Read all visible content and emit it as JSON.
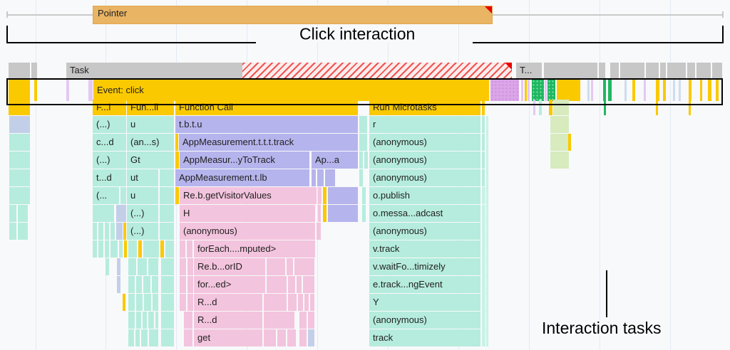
{
  "annotations": {
    "click_interaction": "Click interaction",
    "interaction_tasks": "Interaction tasks"
  },
  "timings_track": {
    "pointer": {
      "label": "Pointer",
      "has_warning_marker": true
    }
  },
  "main_track": {
    "task": {
      "label": "Task",
      "has_long_task_hatch": true,
      "has_warning_marker": true
    },
    "task_small": {
      "label": "T..."
    },
    "event": {
      "label": "Event: click"
    }
  },
  "colors": {
    "pointer_bar": "#e9b463",
    "task_gray": "#c7c7c7",
    "event_yellow": "#fbc900",
    "long_task_red": "#ef5350",
    "scripting_purple": "#b6b4ec",
    "pink": "#f3c4dd",
    "teal": "#b6ecdd",
    "green": "#1fb861",
    "violet": "#dba6e8",
    "light_green": "#d7ebbe",
    "callout_black": "#000000",
    "background": "#f8f9fb"
  },
  "flame_rows": [
    {
      "index": 0,
      "blocks": [
        {
          "label": "F...l",
          "color": "c-yellow"
        },
        {
          "label": "Fun...ll",
          "color": "c-yellow"
        },
        {
          "label": "Function Call",
          "color": "c-yellow"
        },
        {
          "label": "Run Microtasks",
          "color": "c-yellow"
        }
      ]
    },
    {
      "index": 1,
      "blocks": [
        {
          "label": "(...)",
          "color": "c-teal"
        },
        {
          "label": "u",
          "color": "c-teal"
        },
        {
          "label": "t.b.t.u",
          "color": "c-purple"
        },
        {
          "label": "r",
          "color": "c-teal"
        }
      ]
    },
    {
      "index": 2,
      "blocks": [
        {
          "label": "c...d",
          "color": "c-teal"
        },
        {
          "label": "(an...s)",
          "color": "c-teal"
        },
        {
          "label": "AppMeasurement.t.t.t.track",
          "color": "c-purple"
        },
        {
          "label": "(anonymous)",
          "color": "c-teal"
        }
      ]
    },
    {
      "index": 3,
      "blocks": [
        {
          "label": "(...)",
          "color": "c-teal"
        },
        {
          "label": "Gt",
          "color": "c-teal"
        },
        {
          "label": "AppMeasur...yToTrack",
          "color": "c-purple"
        },
        {
          "label": "Ap...a",
          "color": "c-purple"
        },
        {
          "label": "(anonymous)",
          "color": "c-teal"
        }
      ]
    },
    {
      "index": 4,
      "blocks": [
        {
          "label": "t...d",
          "color": "c-teal"
        },
        {
          "label": "ut",
          "color": "c-teal"
        },
        {
          "label": "AppMeasurement.t.lb",
          "color": "c-purple"
        },
        {
          "label": "(anonymous)",
          "color": "c-teal"
        }
      ]
    },
    {
      "index": 5,
      "blocks": [
        {
          "label": "(...",
          "color": "c-teal"
        },
        {
          "label": "u",
          "color": "c-teal"
        },
        {
          "label": "Re.b.getVisitorValues",
          "color": "c-pink"
        },
        {
          "label": "o.publish",
          "color": "c-teal"
        }
      ]
    },
    {
      "index": 6,
      "blocks": [
        {
          "label": "(...)",
          "color": "c-teal"
        },
        {
          "label": "H",
          "color": "c-pink"
        },
        {
          "label": "o.messa...adcast",
          "color": "c-teal"
        }
      ]
    },
    {
      "index": 7,
      "blocks": [
        {
          "label": "(...)",
          "color": "c-teal"
        },
        {
          "label": "(anonymous)",
          "color": "c-pink"
        },
        {
          "label": "(anonymous)",
          "color": "c-teal"
        }
      ]
    },
    {
      "index": 8,
      "blocks": [
        {
          "label": "forEach....mputed>",
          "color": "c-pink"
        },
        {
          "label": "v.track",
          "color": "c-teal"
        }
      ]
    },
    {
      "index": 9,
      "blocks": [
        {
          "label": "Re.b...orID",
          "color": "c-pink"
        },
        {
          "label": "v.waitFo...timizely",
          "color": "c-teal"
        }
      ]
    },
    {
      "index": 10,
      "blocks": [
        {
          "label": "for...ed>",
          "color": "c-pink"
        },
        {
          "label": "e.track...ngEvent",
          "color": "c-teal"
        }
      ]
    },
    {
      "index": 11,
      "blocks": [
        {
          "label": "R...d",
          "color": "c-pink"
        },
        {
          "label": "Y",
          "color": "c-teal"
        }
      ]
    },
    {
      "index": 12,
      "blocks": [
        {
          "label": "R...d",
          "color": "c-pink"
        },
        {
          "label": "(anonymous)",
          "color": "c-teal"
        }
      ]
    },
    {
      "index": 13,
      "blocks": [
        {
          "label": "get",
          "color": "c-pink"
        },
        {
          "label": "track",
          "color": "c-teal"
        }
      ]
    }
  ]
}
